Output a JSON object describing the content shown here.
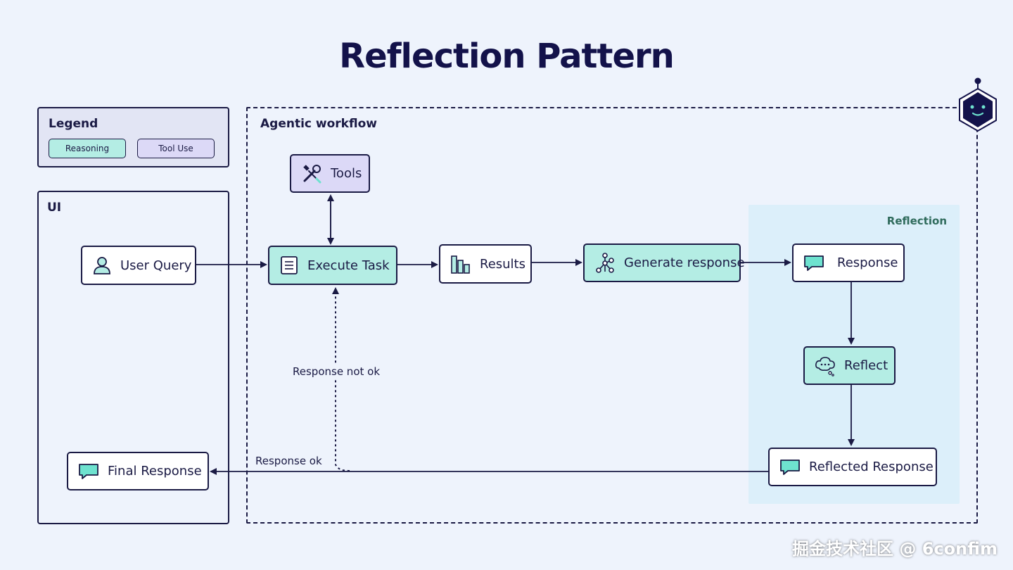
{
  "title": "Reflection Pattern",
  "legend": {
    "heading": "Legend",
    "reasoning": "Reasoning",
    "tool_use": "Tool Use"
  },
  "ui_panel": {
    "heading": "UI"
  },
  "workflow": {
    "heading": "Agentic workflow"
  },
  "reflection": {
    "heading": "Reflection"
  },
  "nodes": {
    "user_query": "User Query",
    "tools": "Tools",
    "execute_task": "Execute Task",
    "results": "Results",
    "generate_response": "Generate response",
    "response": "Response",
    "reflect": "Reflect",
    "reflected_response": "Reflected Response",
    "final_response": "Final Response"
  },
  "edges": {
    "not_ok": "Response not ok",
    "ok": "Response ok"
  },
  "watermark": "掘金技术社区 @ 6confim",
  "colors": {
    "reasoning": "#b4ede4",
    "tool_use": "#dcd9f7",
    "ink": "#1a1a44",
    "background": "#eef3fc"
  }
}
